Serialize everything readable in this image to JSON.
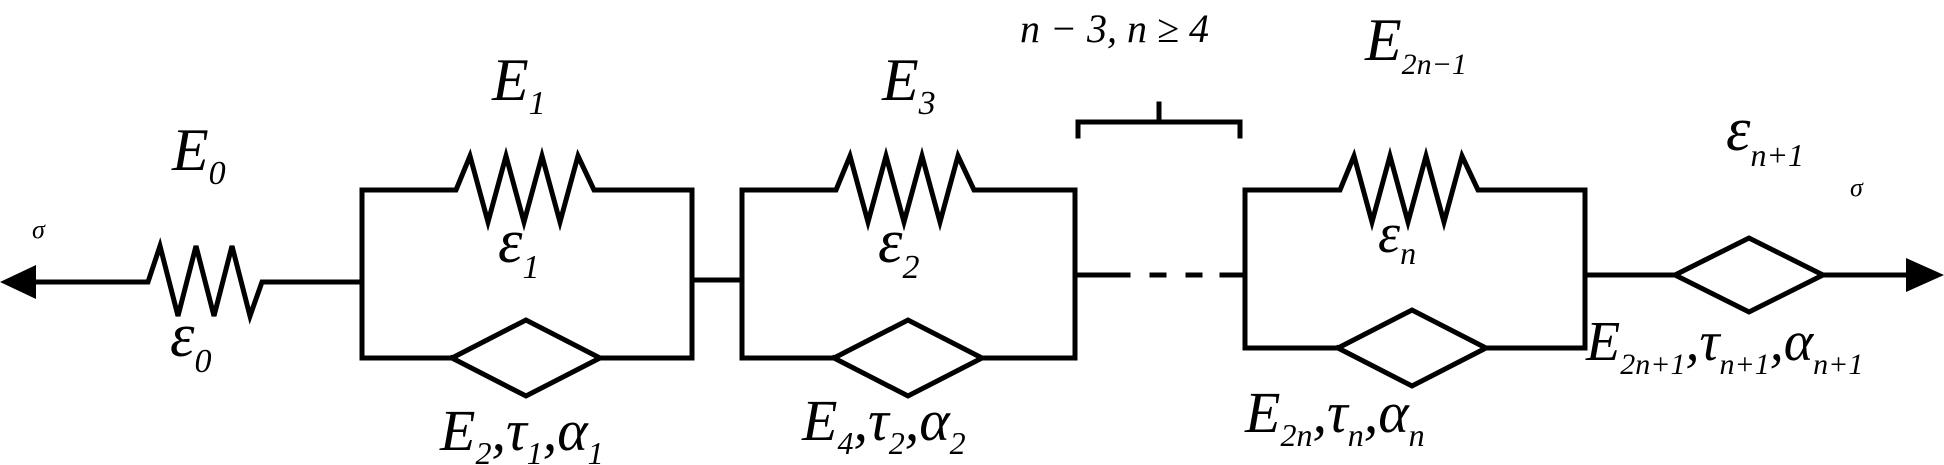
{
  "stress_left": "σ",
  "stress_right": "σ",
  "ellipsis": "· · ·",
  "bracket_label": "n − 3, n ≥ 4",
  "spring0": {
    "modulus": "E",
    "modulus_sub": "0",
    "strain": "ε",
    "strain_sub": "0"
  },
  "element1": {
    "spring_modulus": "E",
    "spring_modulus_sub": "1",
    "strain": "ε",
    "strain_sub": "1",
    "dashpot": {
      "E": "E",
      "E_sub": "2",
      "tau": "τ",
      "tau_sub": "1",
      "alpha": "α",
      "alpha_sub": "1"
    }
  },
  "element2": {
    "spring_modulus": "E",
    "spring_modulus_sub": "3",
    "strain": "ε",
    "strain_sub": "2",
    "dashpot": {
      "E": "E",
      "E_sub": "4",
      "tau": "τ",
      "tau_sub": "2",
      "alpha": "α",
      "alpha_sub": "2"
    }
  },
  "element_n": {
    "spring_modulus": "E",
    "spring_modulus_sub": "2n−1",
    "strain": "ε",
    "strain_sub": "n",
    "dashpot": {
      "E": "E",
      "E_sub": "2n",
      "tau": "τ",
      "tau_sub": "n",
      "alpha": "α",
      "alpha_sub": "n"
    }
  },
  "end_dashpot": {
    "strain": "ε",
    "strain_sub": "n+1",
    "E": "E",
    "E_sub": "2n+1",
    "tau": "τ",
    "tau_sub": "n+1",
    "alpha": "α",
    "alpha_sub": "n+1"
  }
}
